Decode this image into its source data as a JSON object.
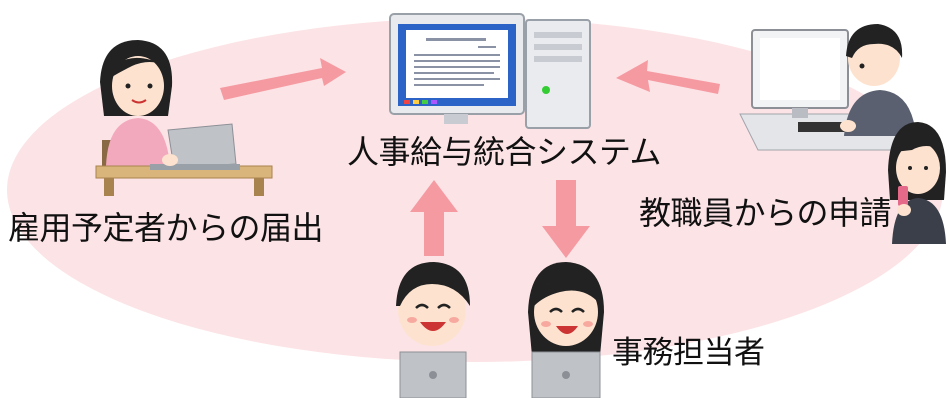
{
  "center": {
    "label": "人事給与統合システム"
  },
  "actors": {
    "hire": {
      "label": "雇用予定者からの届出"
    },
    "staff": {
      "label": "教職員からの申請"
    },
    "clerk": {
      "label": "事務担当者"
    }
  },
  "colors": {
    "ellipse": "#fce3e6",
    "arrow": "#f59aa1",
    "skin": "#fde3cf",
    "hair": "#222222",
    "woman_shirt": "#f3a9bd",
    "man_jacket": "#5a6070",
    "desk": "#d9b57c",
    "laptop": "#bfc3c8"
  }
}
